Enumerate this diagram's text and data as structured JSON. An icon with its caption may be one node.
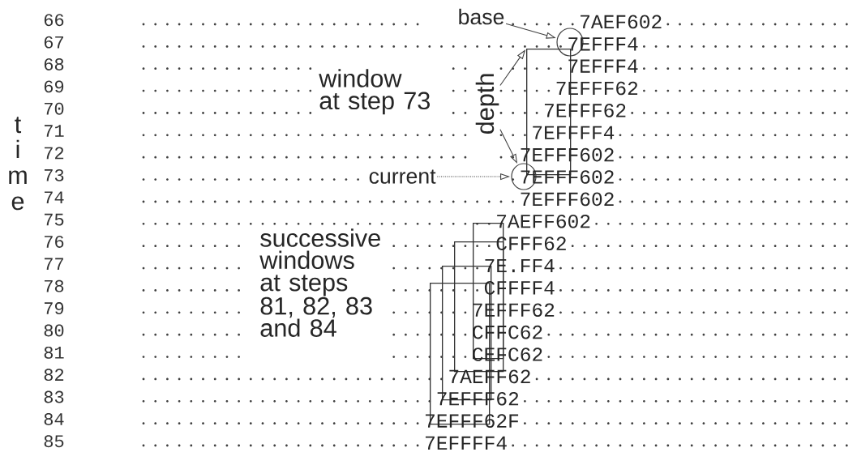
{
  "diagram": {
    "nodes": [
      {
        "text": [
          "base"
        ]
      },
      {
        "text": [],
        "shape": "circle"
      },
      {
        "text": [
          "depth"
        ]
      },
      {
        "text": [],
        "shape": "box"
      },
      {
        "text": [],
        "shape": "circle"
      },
      {
        "text": [
          "current"
        ]
      },
      {
        "text": [],
        "shape": "box"
      },
      {
        "text": [],
        "shape": "box"
      },
      {
        "text": [],
        "shape": "box"
      },
      {
        "text": [],
        "shape": "box"
      }
    ],
    "edges": [
      {
        "from": 0,
        "to": 1,
        "arrow": "to"
      },
      {
        "from": 2,
        "to": 3,
        "arrow": "to"
      },
      {
        "from": 2,
        "to": 4,
        "arrow": "to"
      },
      {
        "from": 5,
        "to": 4,
        "arrow": "to",
        "style": "dashed"
      }
    ],
    "labels": [
      "66",
      "67",
      "68",
      "69",
      "70",
      "71",
      "72",
      "73",
      "74",
      "75",
      "76",
      "77",
      "78",
      "79",
      "80",
      "81",
      "82",
      "83",
      "84",
      "85",
      "t",
      "i",
      "m",
      "e",
      "window at step 73",
      "successive windows at steps 81, 82, 83 and 84",
      "7AEF602",
      "7EFFF4",
      "7EFFF4",
      "7EFFF62",
      "7EFFF62",
      "7EFFFF4",
      "7EFFF602",
      "7EFFF602",
      "7EFFF602",
      "7AEFF602",
      "CFFF62",
      "7E.FF4",
      "CFFFF4",
      "7EFFF62",
      "CFFC62",
      "CEFC62",
      "7AEFF62",
      "7EFFF62",
      "7EFFF62F",
      "7EFFFF4"
    ]
  }
}
